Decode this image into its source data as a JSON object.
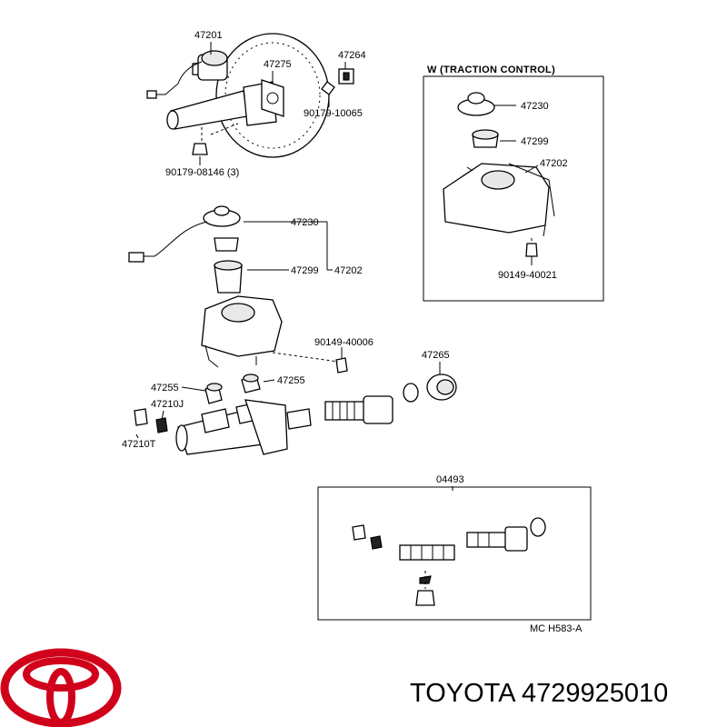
{
  "labels": {
    "p47201": "47201",
    "p47275": "47275",
    "p47264": "47264",
    "p90179_10065": "90179-10065",
    "p90179_08146": "90179-08146 (3)",
    "p47230": "47230",
    "p47299": "47299",
    "p47202": "47202",
    "p90149_40006": "90149-40006",
    "p47265": "47265",
    "p47255a": "47255",
    "p47255b": "47255",
    "p47210J": "47210J",
    "p47210T": "47210T"
  },
  "inset": {
    "title": "W (TRACTION  CONTROL)",
    "p47230": "47230",
    "p47299": "47299",
    "p47202": "47202",
    "p90149_40021": "90149-40021"
  },
  "kit": {
    "title": "04493",
    "code": "MC H583-A"
  },
  "footer": {
    "brand_text": "TOYOTA 4729925010",
    "logo_color": "#d0021b"
  }
}
